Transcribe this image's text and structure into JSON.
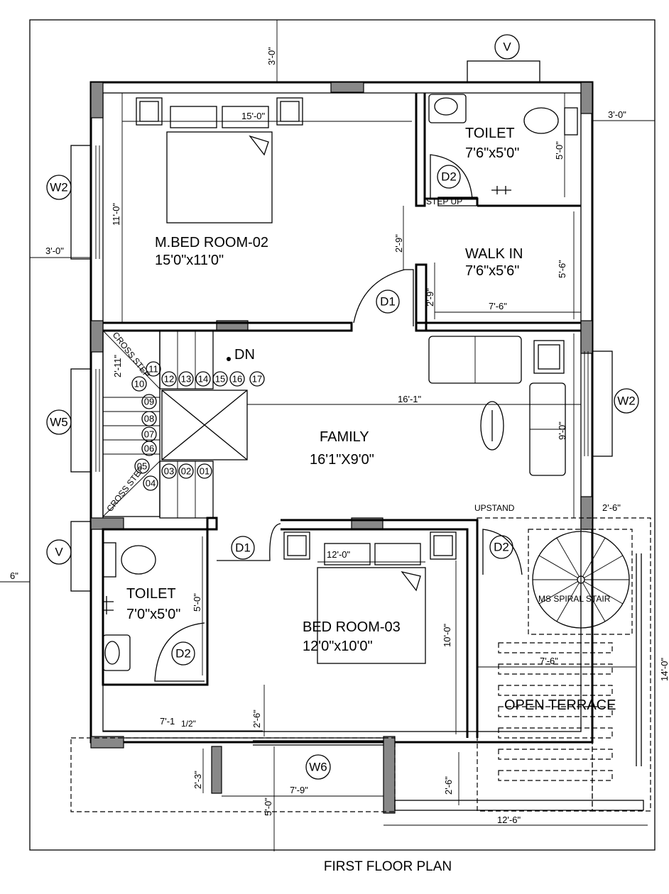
{
  "title": "FIRST FLOOR PLAN",
  "rooms": {
    "master_bed": {
      "name": "M.BED ROOM-02",
      "size": "15'0\"x11'0\""
    },
    "toilet_top": {
      "name": "TOILET",
      "size": "7'6\"x5'0\""
    },
    "walk_in": {
      "name": "WALK IN",
      "size": "7'6\"x5'6\""
    },
    "family": {
      "name": "FAMILY",
      "size": "16'1\"X9'0\""
    },
    "bed_03": {
      "name": "BED ROOM-03",
      "size": "12'0\"x10'0\""
    },
    "toilet_bottom": {
      "name": "TOILET",
      "size": "7'0\"x5'0\""
    },
    "open_terrace": {
      "name": "OPEN TERRACE"
    },
    "spiral_stair": {
      "name": "MS SPIRAL STAIR"
    }
  },
  "labels": {
    "step_up": "STEP UP",
    "upstand": "UPSTAND",
    "dn": "DN",
    "cross_step_top": "CROSS STEP",
    "cross_step_bottom": "CROSS STEP"
  },
  "tags": {
    "v_top": "V",
    "v_left": "V",
    "w2_left": "W2",
    "w2_right": "W2",
    "w5": "W5",
    "w6": "W6",
    "d1_master": "D1",
    "d1_bed": "D1",
    "d2_top": "D2",
    "d2_bath": "D2",
    "d2_terrace": "D2"
  },
  "dimensions": {
    "top_setback": "3'-0\"",
    "right_setback": "3'-0\"",
    "left_setback": "3'-0\"",
    "master_width": "15'-0\"",
    "master_depth": "11'-0\"",
    "toilet_depth": "5'-0\"",
    "walkin_top": "2'-9\"",
    "walkin_mid": "2'-9\"",
    "walkin_width": "7'-6\"",
    "walkin_depth": "5'-6\"",
    "stair_landing": "2'-11\"",
    "family_width": "16'-1\"",
    "family_depth": "9'-0\"",
    "terrace_setback": "2'-6\"",
    "bath_depth": "5'-0\"",
    "bed_width": "12'-0\"",
    "bed_depth": "10'-0\"",
    "bath_width_a": "7'-1",
    "bath_width_b": "1/2\"",
    "bath_gap": "2'-6\"",
    "terrace_width": "7'-6\"",
    "terrace_right": "14'-0\"",
    "bottom_left": "2'-3\"",
    "bottom_mid": "2'-6\"",
    "bottom_setback": "5'-0\"",
    "bottom_w6": "7'-9\"",
    "bottom_total": "12'-6\"",
    "left_edge": "6\""
  },
  "stair_steps": [
    "01",
    "02",
    "03",
    "04",
    "05",
    "06",
    "07",
    "08",
    "09",
    "10",
    "11",
    "12",
    "13",
    "14",
    "15",
    "16",
    "17"
  ]
}
